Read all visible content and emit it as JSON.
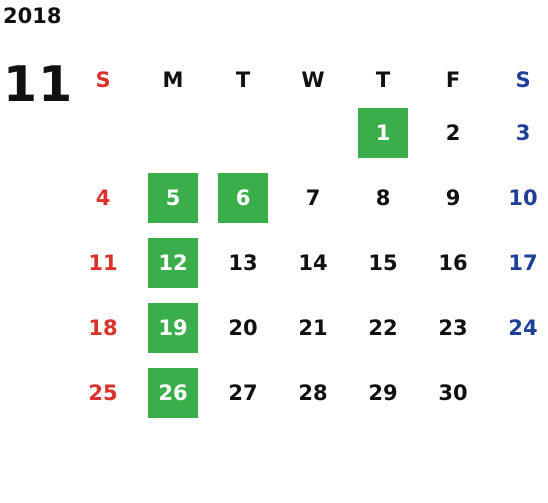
{
  "year": "2018",
  "month": "11",
  "weekdays": [
    {
      "label": "S",
      "kind": "sun"
    },
    {
      "label": "M",
      "kind": "weekday"
    },
    {
      "label": "T",
      "kind": "weekday"
    },
    {
      "label": "W",
      "kind": "weekday"
    },
    {
      "label": "T",
      "kind": "weekday"
    },
    {
      "label": "F",
      "kind": "weekday"
    },
    {
      "label": "S",
      "kind": "sat"
    }
  ],
  "first_weekday_index": 4,
  "days_in_month": 30,
  "highlighted_days": [
    "1",
    "5",
    "6",
    "12",
    "19",
    "26"
  ],
  "colors": {
    "sunday": "#d8322b",
    "saturday": "#1f3f99",
    "highlight": "#3aae4b",
    "text": "#111111"
  }
}
